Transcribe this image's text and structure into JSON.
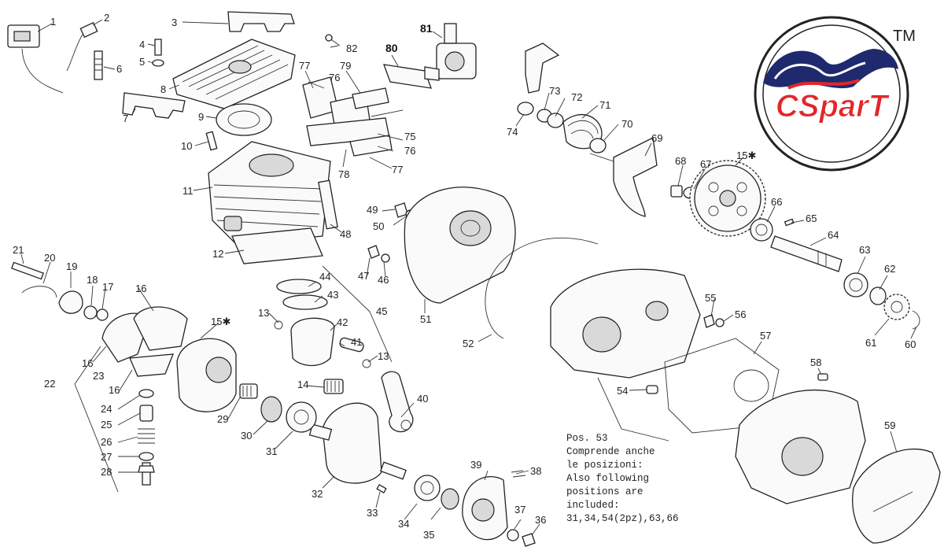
{
  "logo": {
    "brand": "CSparT",
    "trademark": "TM",
    "colors": {
      "red": "#e3262a",
      "navy": "#1f2a6e",
      "ring": "#222222"
    }
  },
  "note": {
    "lines": [
      "Pos. 53",
      "Comprende anche",
      "le posizioni:",
      "Also following",
      "positions are",
      "included:",
      "31,34,54(2pz),63,66"
    ]
  },
  "labels": {
    "l1": "1",
    "l2": "2",
    "l3": "3",
    "l4": "4",
    "l5": "5",
    "l6": "6",
    "l7": "7",
    "l8": "8",
    "l9": "9",
    "l10": "10",
    "l11": "11",
    "l12": "12",
    "l13a": "13",
    "l13b": "13",
    "l14": "14",
    "l15a": "15✱",
    "l15b": "15✱",
    "l16a": "16",
    "l16b": "16",
    "l16c": "16",
    "l17": "17",
    "l18": "18",
    "l19": "19",
    "l20": "20",
    "l21": "21",
    "l22": "22",
    "l23": "23",
    "l24": "24",
    "l25": "25",
    "l26": "26",
    "l27": "27",
    "l28": "28",
    "l29": "29",
    "l30": "30",
    "l31": "31",
    "l32": "32",
    "l33": "33",
    "l34": "34",
    "l35": "35",
    "l36": "36",
    "l37": "37",
    "l38": "38",
    "l39": "39",
    "l40": "40",
    "l41": "41",
    "l42": "42",
    "l43": "43",
    "l44": "44",
    "l45": "45",
    "l46": "46",
    "l47": "47",
    "l48": "48",
    "l49": "49",
    "l50": "50",
    "l51": "51",
    "l52": "52",
    "l54": "54",
    "l55": "55",
    "l56": "56",
    "l57": "57",
    "l58": "58",
    "l59": "59",
    "l60": "60",
    "l61": "61",
    "l62": "62",
    "l63": "63",
    "l64": "64",
    "l65": "65",
    "l66": "66",
    "l67": "67",
    "l68": "68",
    "l69": "69",
    "l70": "70",
    "l71": "71",
    "l72": "72",
    "l73": "73",
    "l74": "74",
    "l75": "75",
    "l76a": "76",
    "l76b": "76",
    "l77a": "77",
    "l77b": "77",
    "l78": "78",
    "l79": "79",
    "l80": "80",
    "l81": "81",
    "l82": "82"
  }
}
